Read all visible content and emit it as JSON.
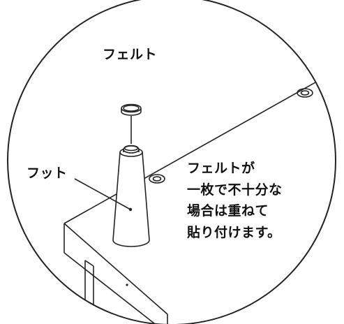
{
  "labels": {
    "felt": "フェルト",
    "foot": "フット"
  },
  "note_lines": [
    "フェルトが",
    "一枚で不十分な",
    "場合は重ねて",
    "貼り付けます。"
  ]
}
